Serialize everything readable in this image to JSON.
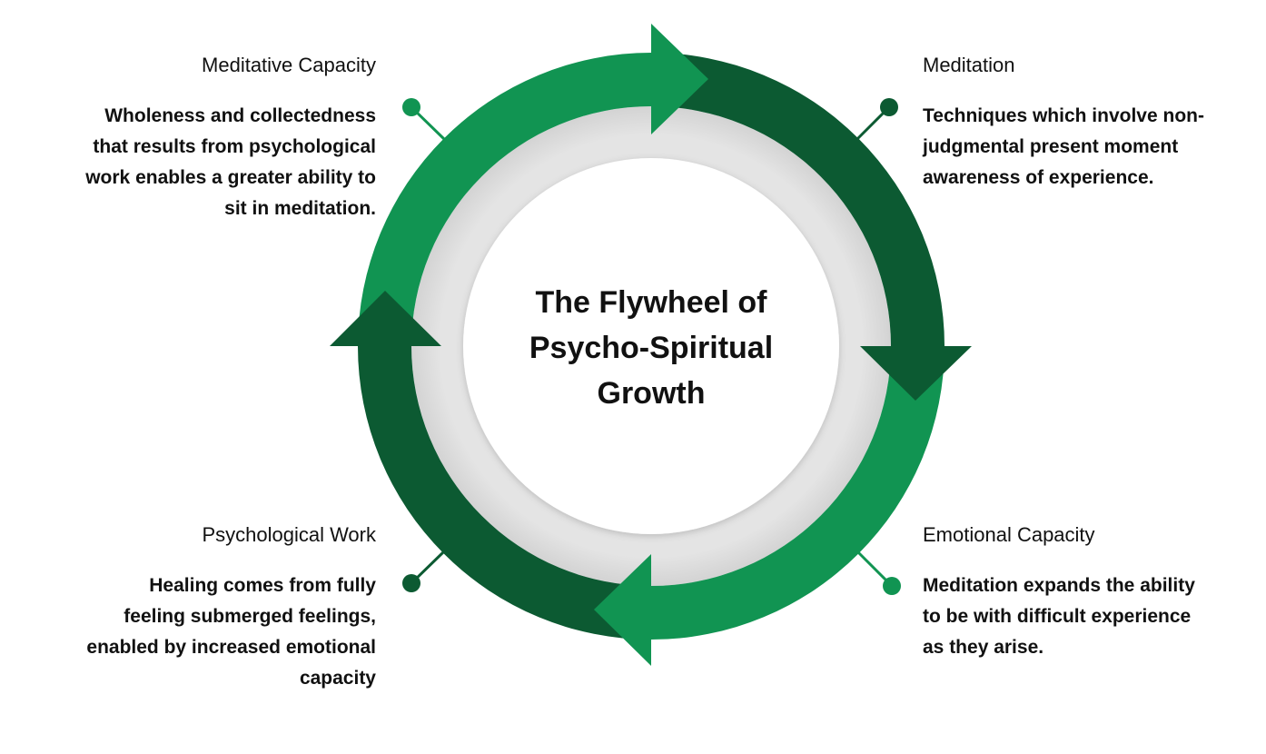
{
  "title": "The Flywheel of Psycho-Spiritual Growth",
  "colors": {
    "light_green": "#119452",
    "dark_green": "#0c5a32",
    "inner_ring": "#e4e4e4",
    "center": "#ffffff",
    "text": "#111111"
  },
  "stages": {
    "meditation": {
      "title": "Meditation",
      "description": "Techniques which involve non-judgmental present moment awareness of experience."
    },
    "emotional_capacity": {
      "title": "Emotional Capacity",
      "description": "Meditation expands the ability to be with difficult experience as they arise."
    },
    "psychological_work": {
      "title": "Psychological Work",
      "description": "Healing comes from fully feeling submerged feelings, enabled by increased emotional capacity"
    },
    "meditative_capacity": {
      "title": "Meditative Capacity",
      "description": "Wholeness and collectedness that results from psychological work enables a greater ability to sit in meditation."
    }
  }
}
